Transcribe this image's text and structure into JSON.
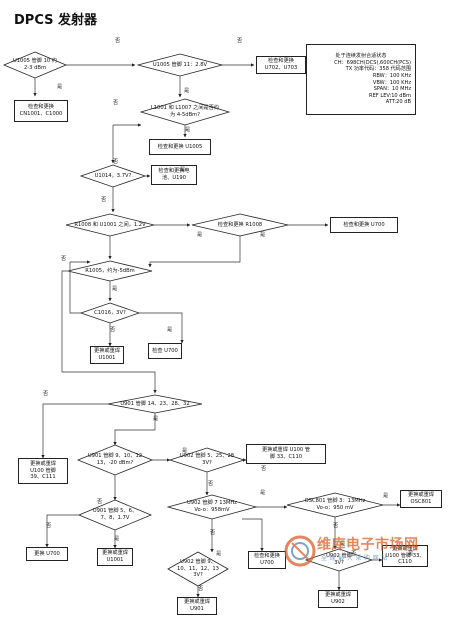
{
  "title": "DPCS 发射器",
  "info_panel": [
    "处于连续发射合适状态",
    "CH：698CH(DCS),600CH(PCS)",
    "TX 功率代码：358 代码范围",
    "RBW：100 KHz",
    "VBW：100 KHz",
    "SPAN：10 MHz",
    "REF LEV:10 dBm",
    "ATT:20 dB"
  ],
  "nodes": {
    "d_u1005_10": "U1005 管脚 10 约\n2-3 dBm",
    "d_u1005_11": "U1005 管脚 11：2.8V",
    "b_u702": "检查和更换\nU702、U703",
    "b_cn1001": "检查和更换\nCN1001、C1000",
    "d_l1001": "L1001 和 L1007 之间是否约\n为 4-5dBm?",
    "b_u1005": "检查和更换 U1005",
    "d_u1014": "U1014，3.7V?",
    "b_u190": "检查和更换电\n池、U190",
    "d_r1008": "R1008 和 U1001 之间，1.2V",
    "d_r1008b": "检查和更换 R1008",
    "b_u700_a": "检查和更换 U700",
    "d_r1005": "R1005，约为-5dBm",
    "d_c1016": "C1016，3V?",
    "b_u1001_a": "更换或重焊\nU1001",
    "b_u700_b": "检查 U700",
    "d_u901": "U901 管脚 14、23、28、32",
    "b_u100_a": "更换或重焊\nU100 管脚\n39、C111",
    "d_u901_9": "U901 管脚 9、10、12\n13，-20 dBm?",
    "d_u902_5": "U902 管脚 5、25、28\n3V?",
    "b_u100_b": "更换或重焊 U100 管\n脚 33、C110",
    "d_u901_5": "U901 管脚 5、6、\n7、8，1.7V",
    "d_u902_7": "U902 管脚 7 13MHz\nVo-o：958mV",
    "d_osc801": "OSC801 管脚 3：13MHz\nVo-o：950 mV",
    "b_osc801": "更换或重焊\nOSC801",
    "b_u700_c": "更换 U700",
    "b_u1001_b": "更换或重焊\nU1001",
    "d_u902_9": "U902 管脚 9、\n10、11、12、13\n3V?",
    "b_u700_d": "检查和更换\nU700",
    "d_u902_pin": "U902 管脚\n3V?",
    "b_u100_c": "更换或重焊\nU100 管脚 33、\nC110",
    "b_u901": "更换或重焊\nU901",
    "b_u902": "更换或重焊\nU902"
  },
  "labels": {
    "yes": "是",
    "no": "否"
  },
  "watermark": {
    "name": "维库电子市场网",
    "tagline": "全球最大采购网站"
  }
}
